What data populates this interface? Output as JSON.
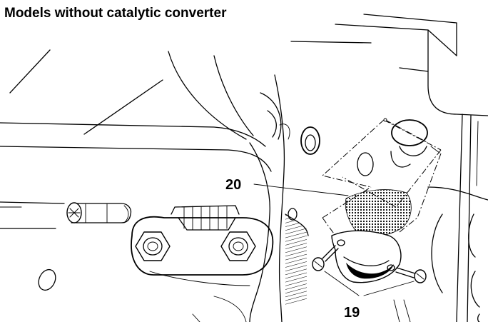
{
  "title": "Models without catalytic converter",
  "callouts": {
    "spark_arrester_screen": "20",
    "screws": "19"
  }
}
